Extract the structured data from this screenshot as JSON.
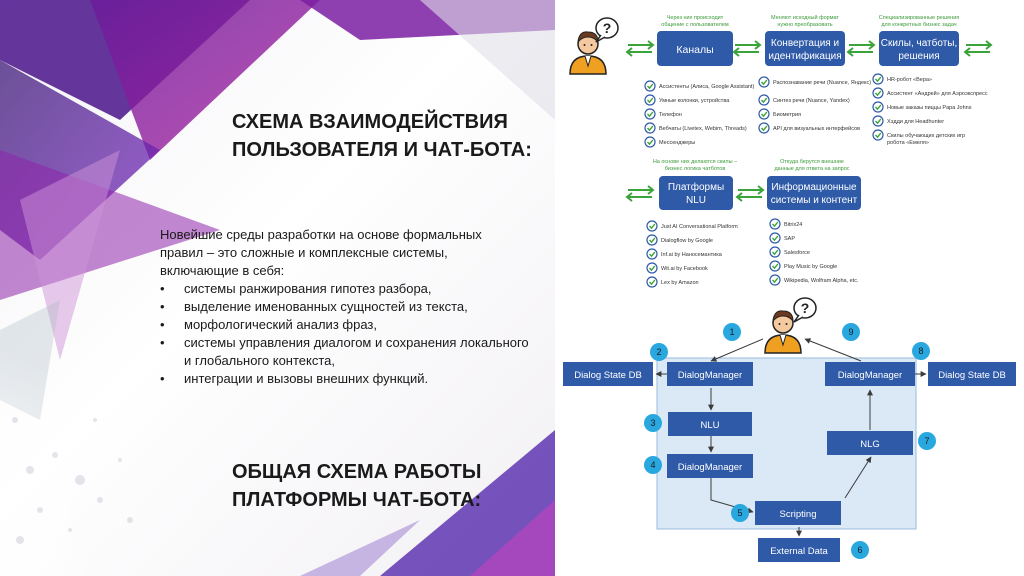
{
  "left": {
    "heading1": "СХЕМА ВЗАИМОДЕЙСТВИЯ ПОЛЬЗОВАТЕЛЯ И ЧАТ-БОТА:",
    "intro": "Новейшие среды разработки на основе формальных правил – это сложные и комплексные системы, включающие в себя:",
    "bullets": [
      "системы ранжирования гипотез разбора,",
      "выделение именованных сущностей из текста,",
      "морфологический анализ фраз,",
      "системы управления диалогом и сохранения локального и глобального контекста,",
      "интеграции и вызовы внешних функций."
    ],
    "heading2": "ОБЩАЯ СХЕМА РАБОТЫ ПЛАТФОРМЫ ЧАТ-БОТА:"
  },
  "scheme": {
    "blocks": [
      {
        "title": [
          "Каналы"
        ],
        "note": [
          "Через них происходит",
          "общение с пользователем"
        ],
        "items": [
          "Ассистенты (Алиса, Google Assistant)",
          "Умные колонки, устройства",
          "Телефон",
          "Вебчаты (Livetex, Webim, Threads)",
          "Мессенджеры"
        ]
      },
      {
        "title": [
          "Конвертация и",
          "идентификация"
        ],
        "note": [
          "Меняют исходный формат",
          "нужно преобразовать"
        ],
        "items": [
          "Распознавание речи (Nuance, Яндекс)",
          "Синтез речи (Nuance, Yandex)",
          "Биометрия",
          "API для визуальных интерфейсов"
        ]
      },
      {
        "title": [
          "Скилы, чатботы,",
          "решения"
        ],
        "note": [
          "Специализированные решения",
          "для конкретных бизнес задач"
        ],
        "items": [
          "HR-робот «Вера»",
          "Ассистент «Андрей» для Аэроэкспресс",
          "Новые заказы пиццы Papa Johns",
          "Хэдди для Headhunter",
          "Скилы обучающих детских игр",
          "робота «Емеля»"
        ]
      },
      {
        "title": [
          "Платформы",
          "NLU"
        ],
        "note": [
          "На основе них делаются скилы –",
          "бизнес логика чатботов"
        ],
        "items": [
          "Just AI Conversational Platform",
          "Dialogflow by Google",
          "Inf.ai by Наносемантика",
          "Wit.ai by Facebook",
          "Lex by Amazon"
        ]
      },
      {
        "title": [
          "Информационные",
          "системы и контент"
        ],
        "note": [
          "Откуда берутся внешние",
          "данные для ответа на запрос"
        ],
        "items": [
          "Bitrix24",
          "SAP",
          "Salesforce",
          "Play Music by Google",
          "Wikipedia, Wolfram Alpha, etc."
        ]
      }
    ]
  },
  "platform": {
    "nodes": {
      "dialog_state_db_left": "Dialog State DB",
      "dialog_manager_in": "DialogManager",
      "nlu": "NLU",
      "dialog_manager_mid": "DialogManager",
      "scripting": "Scripting",
      "external_data": "External Data",
      "nlg": "NLG",
      "dialog_manager_out": "DialogManager",
      "dialog_state_db_right": "Dialog State DB"
    },
    "steps": [
      "1",
      "2",
      "3",
      "4",
      "5",
      "6",
      "7",
      "8",
      "9"
    ]
  },
  "colors": {
    "box_blue": "#2e5aa8",
    "check_blue": "#2e5aa8",
    "arrow_green": "#3aa33a",
    "step_circle": "#29a8e0",
    "panel_fill": "#dbe8f6",
    "panel_stroke": "#9bbbe0",
    "avatar_shirt": "#f0a020"
  },
  "icons": [
    "user-icon",
    "question-bubble-icon",
    "check-icon",
    "bidirectional-arrow-icon"
  ]
}
